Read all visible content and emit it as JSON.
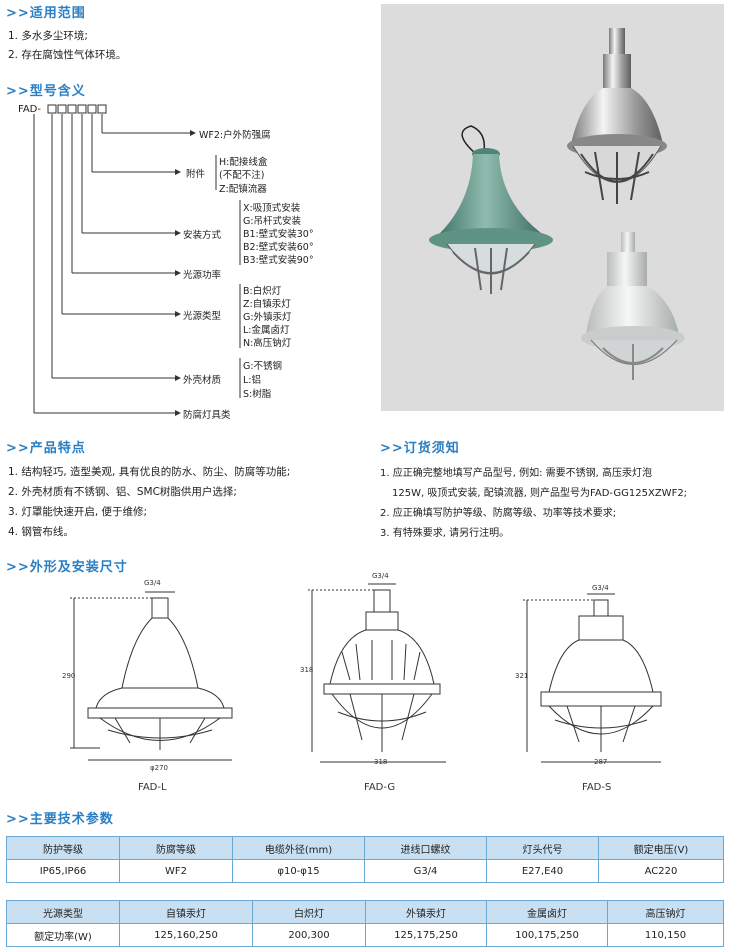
{
  "applicable": {
    "title": ">>适用范围",
    "items": [
      "1. 多水多尘环境;",
      "2. 存在腐蚀性气体环境。"
    ]
  },
  "model": {
    "title": ">>型号含义",
    "code": "FAD-",
    "wf2": "WF2:户外防强腐",
    "accessory_label": "附件",
    "accessory_items": [
      "H:配接线盒",
      "(不配不注)",
      "Z:配镇流器"
    ],
    "mounting_label": "安装方式",
    "mounting_items": [
      "X:吸顶式安装",
      "G:吊杆式安装",
      "B1:壁式安装30°",
      "B2:壁式安装60°",
      "B3:壁式安装90°"
    ],
    "power_label": "光源功率",
    "source_label": "光源类型",
    "source_items": [
      "B:白炽灯",
      "Z:自镇汞灯",
      "G:外镇汞灯",
      "L:金属卤灯",
      "N:高压钠灯"
    ],
    "housing_label": "外壳材质",
    "housing_items": [
      "G:不锈钢",
      "L:铝",
      "S:树脂"
    ],
    "product_label": "防腐灯具类"
  },
  "features": {
    "title": ">>产品特点",
    "items": [
      "1. 结构轻巧, 造型美观, 具有优良的防水、防尘、防腐等功能;",
      "2. 外壳材质有不锈钢、铝、SMC树脂供用户选择;",
      "3. 灯罩能快速开启, 便于维修;",
      "4. 钢管布线。"
    ]
  },
  "ordering": {
    "title": ">>订货须知",
    "items": [
      "1. 应正确完整地填写产品型号, 例如: 需要不锈钢, 高压汞灯泡",
      "125W, 吸顶式安装, 配镇流器, 则产品型号为FAD-GG125XZWF2;",
      "2. 应正确填写防护等级、防腐等级、功率等技术要求;",
      "3. 有特殊要求, 请另行注明。"
    ]
  },
  "dimensions": {
    "title": ">>外形及安装尺寸",
    "figures": [
      {
        "name": "FAD-L",
        "thread": "G3/4",
        "height": "290",
        "width": "φ270"
      },
      {
        "name": "FAD-G",
        "thread": "G3/4",
        "height": "318",
        "width": "318"
      },
      {
        "name": "FAD-S",
        "thread": "G3/4",
        "height": "321",
        "width": "287"
      }
    ]
  },
  "specs": {
    "title": ">>主要技术参数",
    "table1": {
      "headers": [
        "防护等级",
        "防腐等级",
        "电缆外径(mm)",
        "进线口螺纹",
        "灯头代号",
        "额定电压(V)"
      ],
      "values": [
        "IP65,IP66",
        "WF2",
        "φ10-φ15",
        "G3/4",
        "E27,E40",
        "AC220"
      ]
    },
    "table2": {
      "headers": [
        "光源类型",
        "自镇汞灯",
        "白炽灯",
        "外镇汞灯",
        "金属卤灯",
        "高压钠灯"
      ],
      "values": [
        "额定功率(W)",
        "125,160,250",
        "200,300",
        "125,175,250",
        "100,175,250",
        "110,150"
      ]
    }
  },
  "colors": {
    "accent": "#2a7fc4",
    "table_header": "#c9e0f2",
    "table_border": "#6aa9d6",
    "photo_bg": "#dcdcdc"
  }
}
